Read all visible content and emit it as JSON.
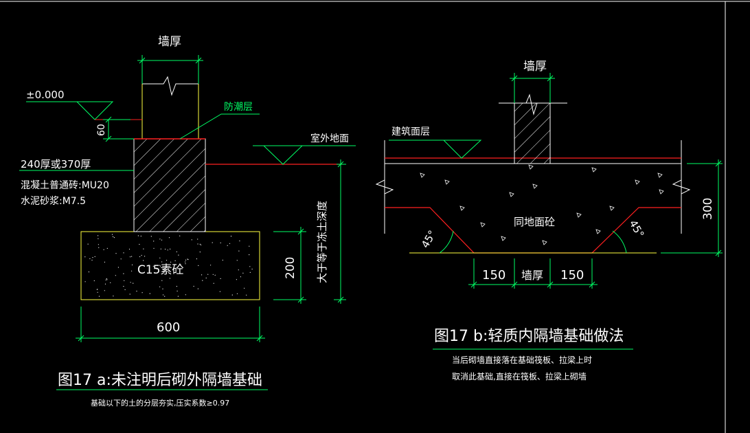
{
  "detail_a": {
    "wall_thickness": "墙厚",
    "elevation": "±0.000",
    "dim_60": "60",
    "damp_proof": "防潮层",
    "outdoor_ground": "室外地面",
    "wall_spec": "240厚或370厚",
    "brick_spec": "混凝土普通砖:MU20",
    "mortar_spec": "水泥砂浆:M7.5",
    "concrete": "C15素砼",
    "dim_200": "200",
    "depth_note": "大于等于冻土深度",
    "dim_600": "600",
    "caption": "图17 a:未注明后砌外隔墙基础",
    "note": "基础以下的土的分层夯实,压实系数≥0.97"
  },
  "detail_b": {
    "wall_thickness": "墙厚",
    "floor_layer": "建筑面层",
    "concrete": "同地面砼",
    "angle_left": "45°",
    "angle_right": "45°",
    "dim_300": "300",
    "dim_150_left": "150",
    "dim_wall": "墙厚",
    "dim_150_right": "150",
    "caption": "图17 b:轻质内隔墙基础做法",
    "note_line1": "当后砌墙直接落在基础筏板、拉梁上时",
    "note_line2": "取消此基础,直接在筏板、拉梁上砌墙"
  },
  "colors": {
    "background": "#000000",
    "white": "#ffffff",
    "green": "#00ff66",
    "red": "#ff2020",
    "yellow": "#ffff40",
    "magenta": "#ff40ff"
  }
}
